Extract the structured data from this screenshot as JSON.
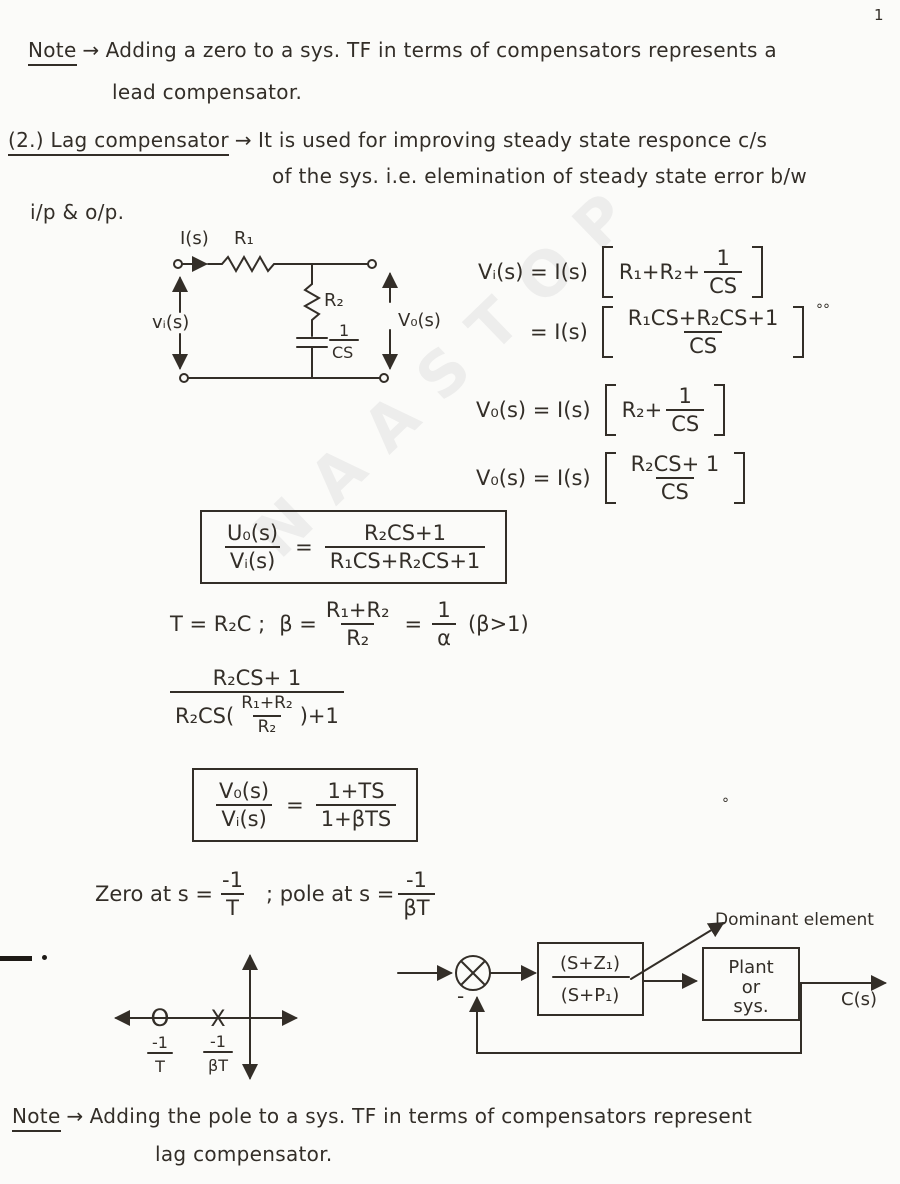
{
  "page": {
    "ink_color": "#332e28",
    "paper_color": "#fbfbf9",
    "page_mark": "1",
    "watermark": "NAASTOP",
    "stray_mark_1": "°°",
    "stray_mark_2": "°"
  },
  "note_top": {
    "label": "Note",
    "arrow": "→",
    "line1": "Adding a zero to a sys. TF in terms of compensators represents a",
    "line2": "lead compensator."
  },
  "section2": {
    "heading": "(2.) Lag compensator",
    "arrow": "→",
    "line1": "It is used for improving steady state responce c/s",
    "line2": "of the sys. i.e. elemination of steady state error b/w",
    "line3": "i/p & o/p."
  },
  "circuit": {
    "current_label": "I(s)",
    "r1_label": "R₁",
    "r2_label": "R₂",
    "cap_num": "1",
    "cap_den": "CS",
    "vin_label": "vᵢ(s)",
    "vout_label": "V₀(s)"
  },
  "equations": {
    "eq1": {
      "lhs": "Vᵢ(s) = I(s)",
      "pre": "R₁+R₂+",
      "num": "1",
      "den": "CS"
    },
    "eq2": {
      "lhs": "= I(s)",
      "num": "R₁CS+R₂CS+1",
      "den": "CS"
    },
    "eq3": {
      "lhs": "V₀(s) = I(s)",
      "pre": "R₂+",
      "num": "1",
      "den": "CS"
    },
    "eq4": {
      "lhs": "V₀(s) = I(s)",
      "num": "R₂CS+ 1",
      "den": "CS"
    },
    "tf1": {
      "lnum": "U₀(s)",
      "lden": "Vᵢ(s)",
      "equals": "=",
      "rnum": "R₂CS+1",
      "rden": "R₁CS+R₂CS+1"
    },
    "params": {
      "t_def": "T = R₂C ;",
      "beta_lhs": "β =",
      "bnum": "R₁+R₂",
      "bden": "R₂",
      "equals": "=",
      "anum": "1",
      "aden": "α",
      "cond": "(β>1)"
    },
    "expand": {
      "num": "R₂CS+ 1",
      "den_pre": "R₂CS(",
      "dnum": "R₁+R₂",
      "dden": "R₂",
      "den_post": ")+1"
    },
    "tf2": {
      "lnum": "V₀(s)",
      "lden": "Vᵢ(s)",
      "equals": "=",
      "rnum": "1+TS",
      "rden": "1+βTS"
    },
    "polezero": {
      "zero_pre": "Zero at s =",
      "znum": "-1",
      "zden": "T",
      "sep": ";  pole at s =",
      "pnum": "-1",
      "pden": "βT"
    }
  },
  "pz_plot": {
    "zero_mark": "O",
    "pole_mark": "X",
    "zero_num": "-1",
    "zero_den": "T",
    "pole_num": "-1",
    "pole_den": "βT"
  },
  "block_diagram": {
    "sum_minus": "-",
    "block1_num": "(S+Z₁)",
    "block1_den": "(S+P₁)",
    "block2_line1": "Plant",
    "block2_line2": "or",
    "block2_line3": "sys.",
    "output_label": "C(s)",
    "annotation": "Dominant element"
  },
  "note_bottom": {
    "label": "Note",
    "arrow": "→",
    "line1": "Adding the pole to a sys. TF in terms of compensators represent",
    "line2": "lag compensator."
  }
}
